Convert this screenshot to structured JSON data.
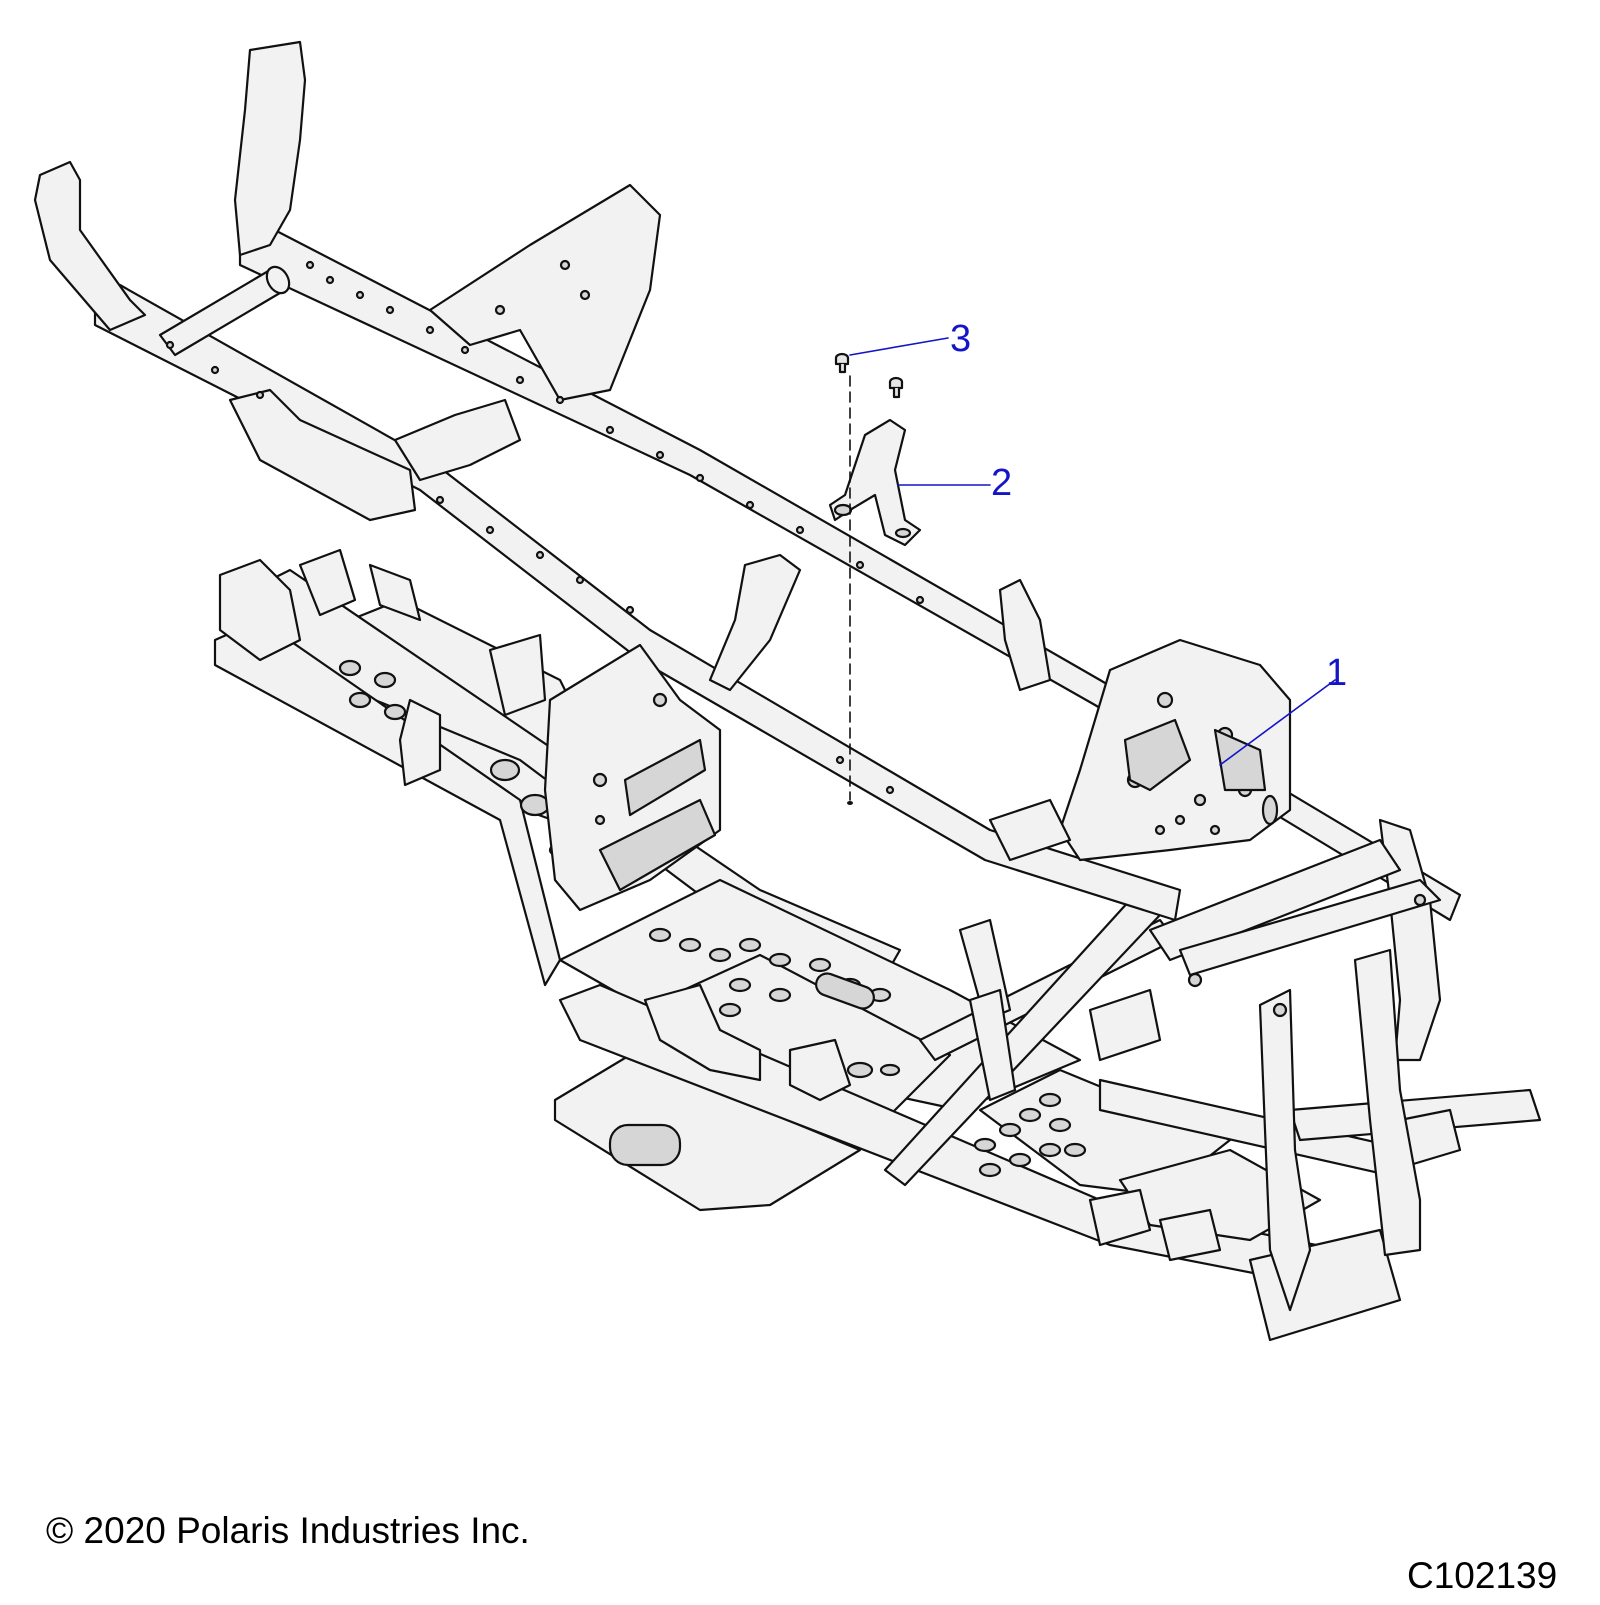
{
  "colors": {
    "callout": "#1414c8",
    "frame_fill": "#f2f2f2",
    "frame_shade": "#d6d6d6",
    "outline": "#111111"
  },
  "callouts": [
    {
      "label": "1",
      "part": "frame"
    },
    {
      "label": "2",
      "part": "bracket"
    },
    {
      "label": "3",
      "part": "bolt"
    }
  ],
  "footer": {
    "copyright": "© 2020 Polaris Industries Inc.",
    "diagram_id": "C102139"
  }
}
